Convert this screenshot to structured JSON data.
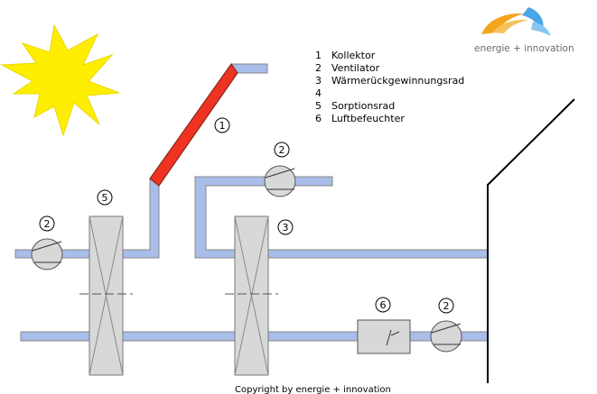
{
  "legend": [
    {
      "num": "1",
      "label": "Kollektor"
    },
    {
      "num": "2",
      "label": "Ventilator"
    },
    {
      "num": "3",
      "label": "Wärmerückgewinnungsrad"
    },
    {
      "num": "4",
      "label": ""
    },
    {
      "num": "5",
      "label": "Sorptionsrad"
    },
    {
      "num": "6",
      "label": "Luftbefeuchter"
    }
  ],
  "markers": {
    "collector": "1",
    "fan_top": "2",
    "fan_left": "2",
    "fan_bottom": "2",
    "wheel_recovery": "3",
    "wheel_sorption": "5",
    "humidifier": "6"
  },
  "logo": {
    "text": "energie + innovation"
  },
  "copyright": "Copyright by energie + innovation",
  "colors": {
    "duct": "#a8bde8",
    "collector": "#ee3322",
    "sun": "#ffee00",
    "wheel": "#d8d8d8",
    "logo_orange": "#f2a51d",
    "logo_blue": "#4aa7e6"
  }
}
